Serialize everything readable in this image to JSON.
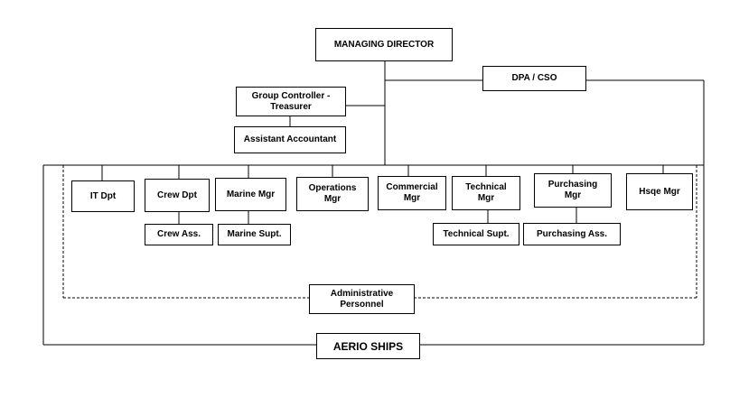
{
  "org_chart": {
    "managing_director": "MANAGING DIRECTOR",
    "dpa_cso": "DPA / CSO",
    "group_controller": "Group Controller -\nTreasurer",
    "assistant_accountant": "Assistant Accountant",
    "departments": {
      "it": "IT Dpt",
      "crew": "Crew Dpt",
      "marine": "Marine Mgr",
      "operations": "Operations\nMgr",
      "commercial": "Commercial\nMgr",
      "technical": "Technical\nMgr",
      "purchasing": "Purchasing\nMgr",
      "hsqe": "Hsqe Mgr"
    },
    "sub_units": {
      "crew_ass": "Crew Ass.",
      "marine_supt": "Marine Supt.",
      "technical_supt": "Technical Supt.",
      "purchasing_ass": "Purchasing Ass."
    },
    "administrative_personnel": "Administrative\nPersonnel",
    "aerio_ships": "AERIO SHIPS"
  },
  "colors": {
    "line": "#000000",
    "background": "#ffffff"
  }
}
